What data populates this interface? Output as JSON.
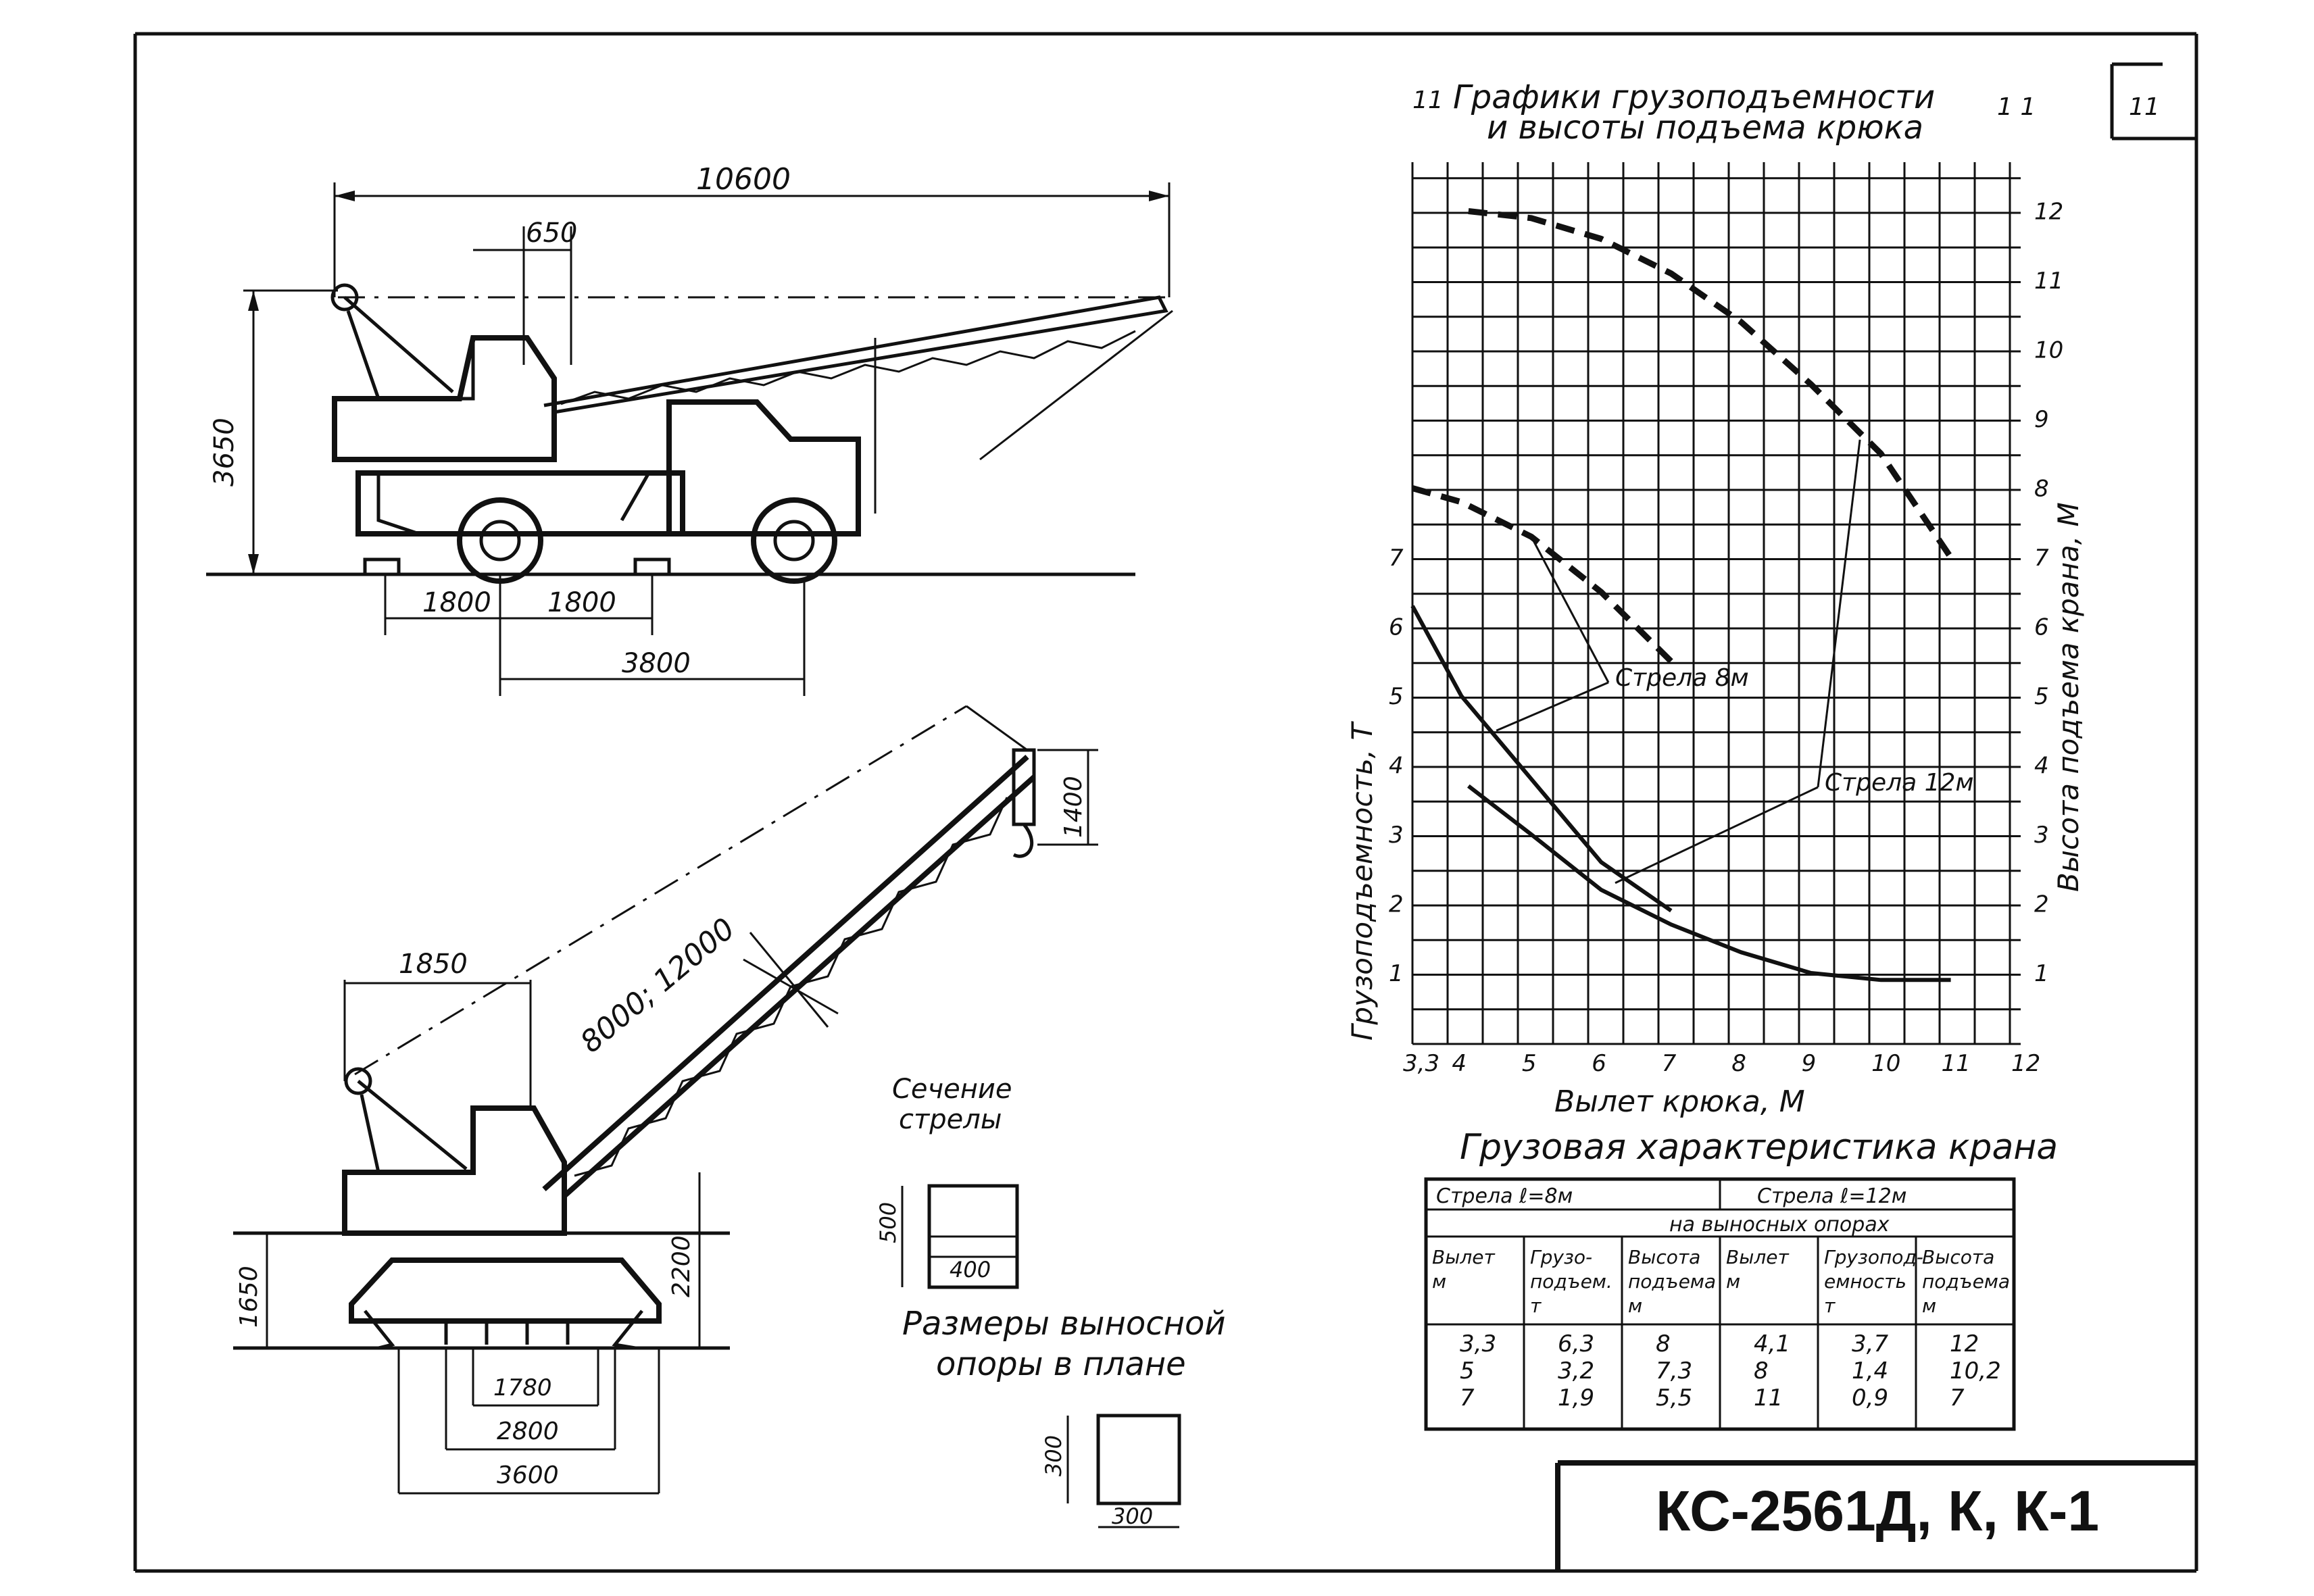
{
  "sheet": {
    "page_number_left": "11",
    "page_number_right": "1 1",
    "page_number_box": "11"
  },
  "side_view": {
    "dim_total_length": "10600",
    "dim_650": "650",
    "dim_height": "3650",
    "dim_1800_a": "1800",
    "dim_1800_b": "1800",
    "dim_3800": "3800"
  },
  "front_view": {
    "dim_1850": "1850",
    "dim_boom": "8000; 12000",
    "dim_1400": "1400",
    "dim_1650": "1650",
    "dim_2200": "2200",
    "dim_1780": "1780",
    "dim_2800": "2800",
    "dim_3600": "3600"
  },
  "boom_section": {
    "title_line1": "Сечение",
    "title_line2": "стрелы",
    "dim_500": "500",
    "dim_400": "400"
  },
  "outrigger": {
    "title_line1": "Размеры выносной",
    "title_line2": "опоры в плане",
    "dim_300_h": "300",
    "dim_300_w": "300"
  },
  "chart_data": {
    "type": "line",
    "title": "Графики грузоподъемности и высоты подъема крюка",
    "title_line1": "Графики грузоподъемности",
    "title_line2": "и высоты подъема крюка",
    "xlabel": "Вылет крюка, М",
    "ylabel_left": "Грузоподъемность, Т",
    "ylabel_right": "Высота подъема крана, М",
    "xlim": [
      3.3,
      12
    ],
    "x_ticks": [
      "3,3",
      "4",
      "5",
      "6",
      "7",
      "8",
      "9",
      "10",
      "11",
      "12"
    ],
    "y_left_ticks": [
      "1",
      "2",
      "3",
      "4",
      "5",
      "6",
      "7"
    ],
    "y_right_ticks": [
      "1",
      "2",
      "3",
      "4",
      "5",
      "6",
      "7",
      "8",
      "9",
      "10",
      "11",
      "12"
    ],
    "series": [
      {
        "name": "Стрела 8м",
        "kind": "capacity",
        "x": [
          3.3,
          4,
          5,
          6,
          7
        ],
        "y": [
          6.3,
          5.0,
          3.8,
          2.6,
          1.9
        ]
      },
      {
        "name": "Стрела 12м",
        "kind": "capacity",
        "x": [
          4.1,
          5,
          6,
          7,
          8,
          9,
          10,
          11
        ],
        "y": [
          3.7,
          3.0,
          2.2,
          1.7,
          1.3,
          1.0,
          0.9,
          0.9
        ]
      },
      {
        "name": "Стрела 8м",
        "kind": "height",
        "x": [
          3.3,
          4,
          5,
          6,
          7
        ],
        "y": [
          8,
          7.8,
          7.3,
          6.5,
          5.5
        ]
      },
      {
        "name": "Стрела 12м",
        "kind": "height",
        "x": [
          4.1,
          5,
          6,
          7,
          8,
          9,
          10,
          11
        ],
        "y": [
          12,
          11.9,
          11.6,
          11.1,
          10.4,
          9.5,
          8.5,
          7
        ]
      }
    ],
    "annotations": [
      "Стрела 8м",
      "Стрела 12м"
    ]
  },
  "table": {
    "caption": "Грузовая характеристика крана",
    "group_8m": "Стрела ℓ=8м",
    "group_12m": "Стрела ℓ=12м",
    "subheader": "на выносных опорах",
    "col_headers": [
      [
        "Вылет",
        "м"
      ],
      [
        "Грузо-",
        "подъем.",
        "т"
      ],
      [
        "Высота",
        "подъема",
        "м"
      ],
      [
        "Вылет",
        "м"
      ],
      [
        "Грузопод-",
        "емность",
        "т"
      ],
      [
        "Высота",
        "подъема",
        "м"
      ]
    ],
    "rows": [
      [
        "3,3",
        "6,3",
        "8",
        "4,1",
        "3,7",
        "12"
      ],
      [
        "5",
        "3,2",
        "7,3",
        "8",
        "1,4",
        "10,2"
      ],
      [
        "7",
        "1,9",
        "5,5",
        "11",
        "0,9",
        "7"
      ]
    ]
  },
  "title_block": {
    "model": "КС-2561Д, К, К-1"
  }
}
